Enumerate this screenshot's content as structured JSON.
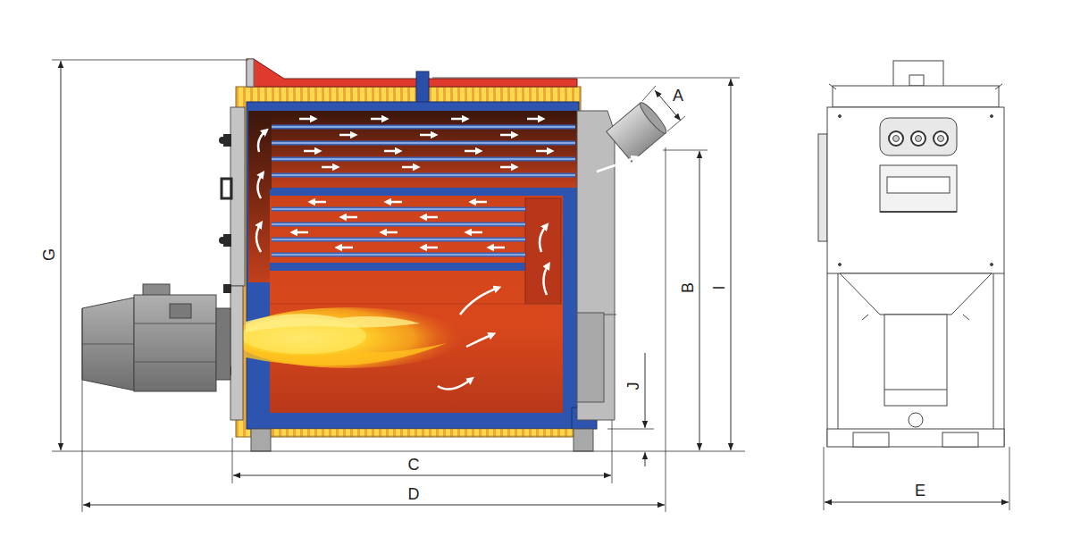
{
  "diagram": {
    "labels": [
      "A",
      "G",
      "B",
      "I",
      "J",
      "C",
      "D",
      "E"
    ]
  }
}
